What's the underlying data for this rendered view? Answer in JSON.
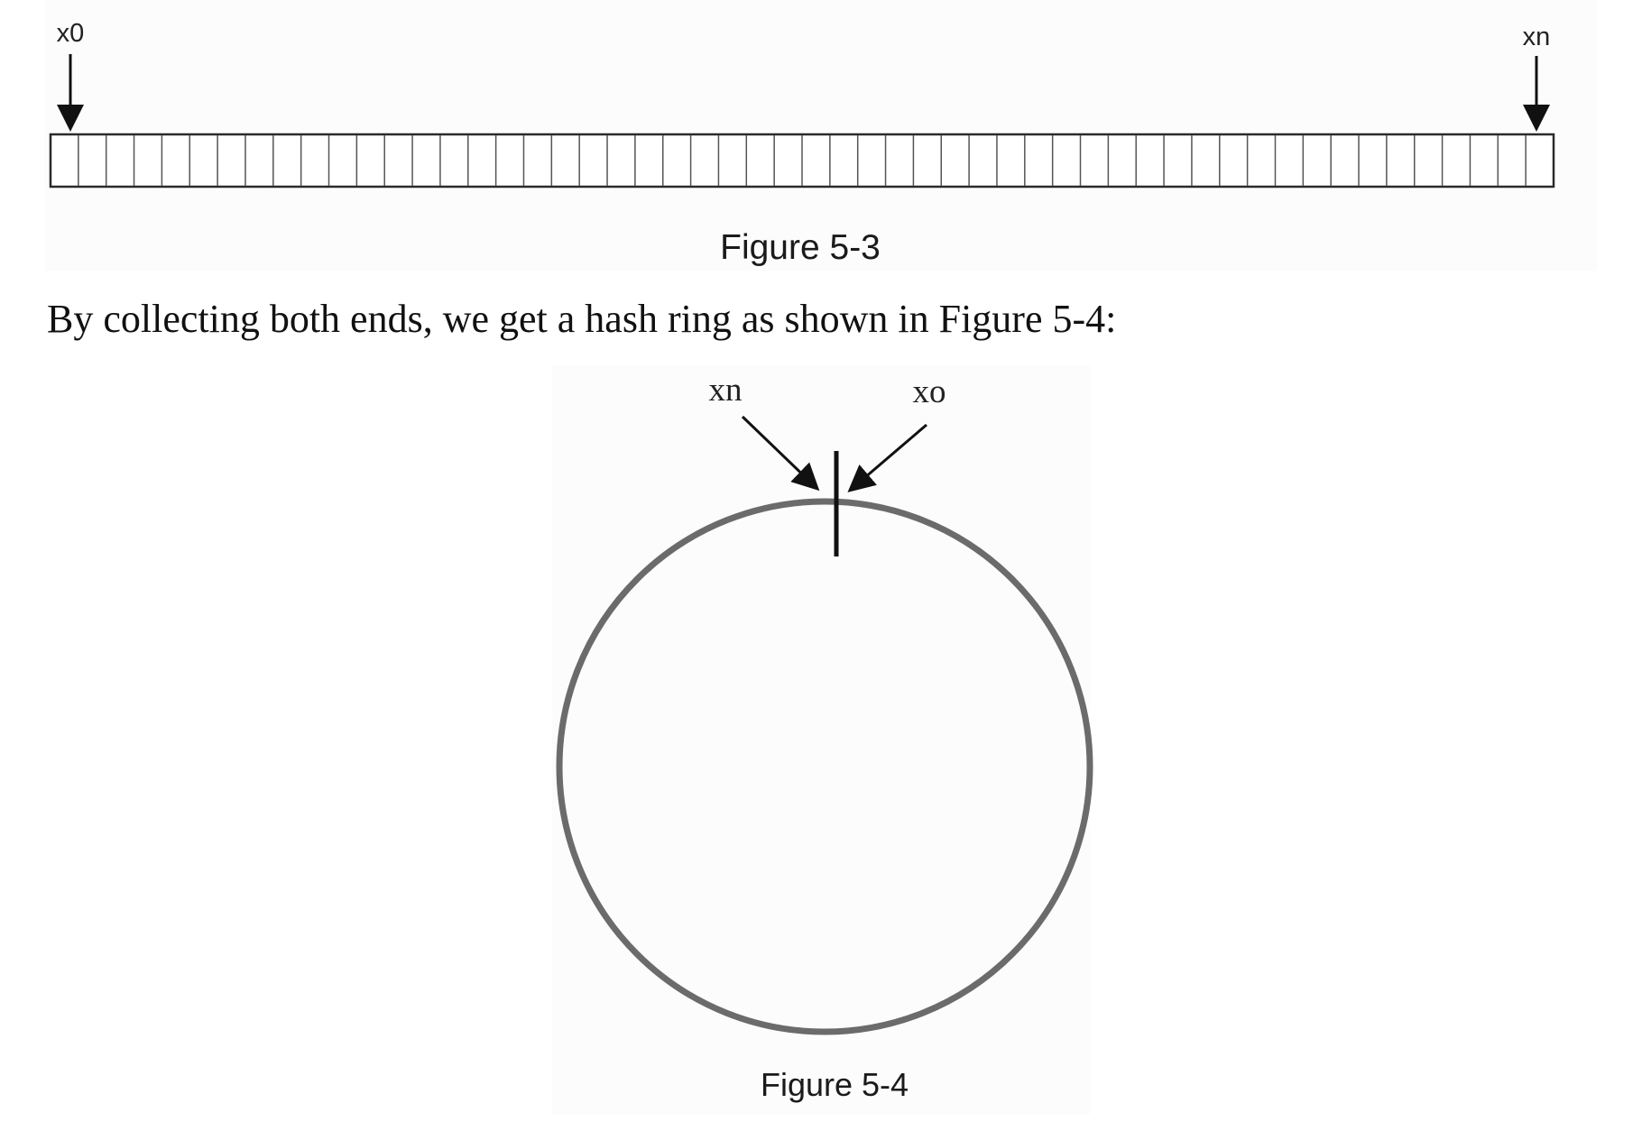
{
  "figure_5_3": {
    "left_label": "x0",
    "right_label": "xn",
    "caption": "Figure 5-3"
  },
  "paragraph": "By collecting both ends, we get a hash ring as shown in Figure 5-4:",
  "figure_5_4": {
    "left_label": "xn",
    "right_label": "xo",
    "caption": "Figure 5-4"
  },
  "colors": {
    "ring": "#6b6b6b",
    "ink": "#111111"
  }
}
